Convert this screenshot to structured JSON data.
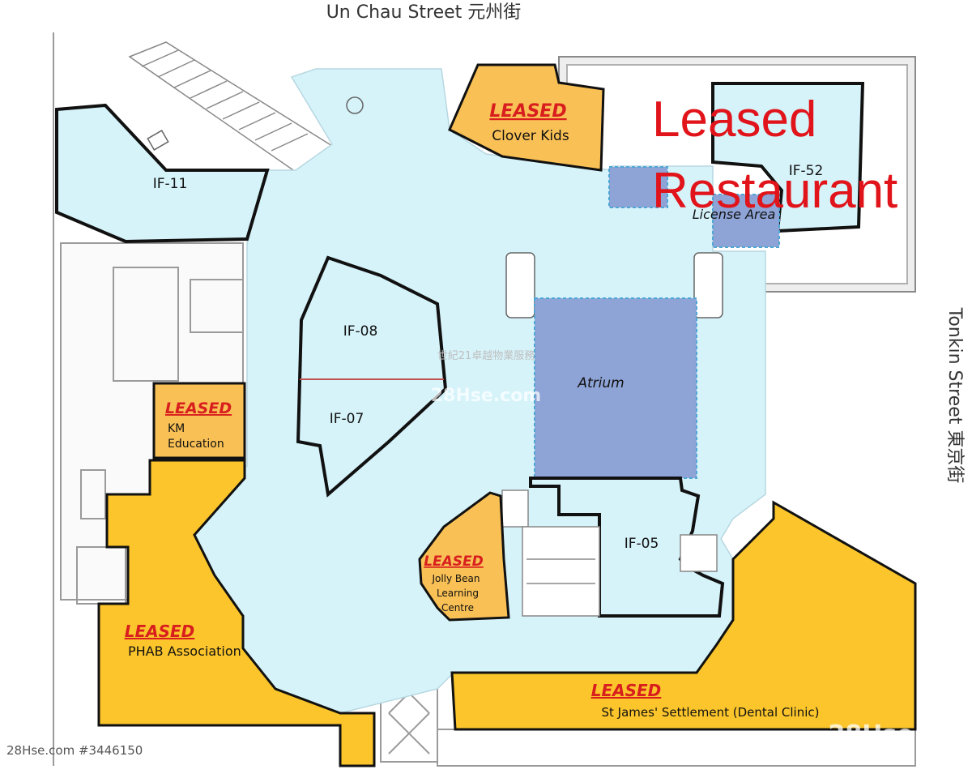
{
  "streets": {
    "north": "Un Chau Street 元州街",
    "east": "Tonkin Street 東京街"
  },
  "colors": {
    "public_area": "#d6f3fa",
    "leased_yellow": "#fbc52b",
    "leased_orange": "#f9c055",
    "licensed_blue": "#8ea3d6",
    "outline": "#111111",
    "leased_text": "#d81e1e"
  },
  "units": {
    "if11": "IF-11",
    "if08": "IF-08",
    "if07": "IF-07",
    "if05": "IF-05",
    "if52": "IF-52"
  },
  "leased_tag": "LEASED",
  "tenants": {
    "clover_kids": "Clover Kids",
    "km_education_1": "KM",
    "km_education_2": "Education",
    "jolly_bean_1": "Jolly Bean",
    "jolly_bean_2": "Learning",
    "jolly_bean_3": "Centre",
    "phab": "PHAB Association",
    "st_james": "St James' Settlement (Dental Clinic)"
  },
  "zones": {
    "atrium": "Atrium",
    "license_area": "License Area"
  },
  "overlay": {
    "line1": "Leased",
    "line2": "Restaurant"
  },
  "watermarks": {
    "agency": "世紀21卓越物業服務",
    "site": "28Hse.com",
    "corner": "28Hse",
    "listing": "28Hse.com #3446150"
  }
}
